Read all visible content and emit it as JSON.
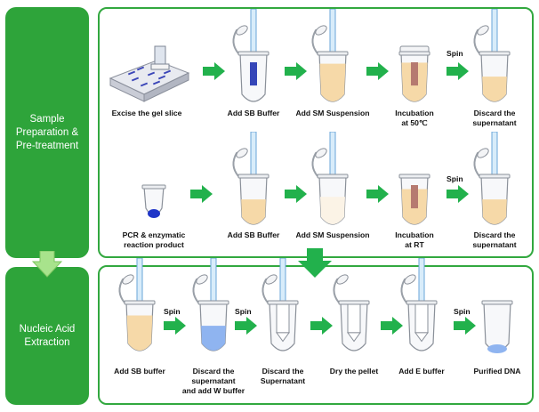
{
  "sections": {
    "sample_prep": "Sample Preparation & Pre-treatment",
    "extraction": "Nucleic Acid Extraction"
  },
  "row1": {
    "excise": "Excise the gel slice",
    "add_sb": "Add SB Buffer",
    "add_sm": "Add SM Suspension",
    "incubation_l1": "Incubation",
    "incubation_l2": "at 50℃",
    "spin": "Spin",
    "discard_l1": "Discard the",
    "discard_l2": "supernatant"
  },
  "row2": {
    "pcr_l1": "PCR & enzymatic",
    "pcr_l2": "reaction product",
    "add_sb": "Add SB Buffer",
    "add_sm": "Add SM Suspension",
    "incubation_l1": "Incubation",
    "incubation_l2": "at RT",
    "spin": "Spin",
    "discard_l1": "Discard the",
    "discard_l2": "supernatant"
  },
  "row3": {
    "add_sb": "Add SB buffer",
    "spin1": "Spin",
    "discard_w_l1": "Discard the",
    "discard_w_l2": "supernatant",
    "discard_w_l3": "and add W buffer",
    "spin2": "Spin",
    "discard_s_l1": "Discard the",
    "discard_s_l2": "Supernatant",
    "dry": "Dry the pellet",
    "add_e": "Add E buffer",
    "spin3": "Spin",
    "purified": "Purified DNA"
  },
  "colors": {
    "green_box": "#2ea43a",
    "arrow_green": "#22b14c",
    "light_arrow": "#a8e38c",
    "tan_liquid": "#f6d9a8",
    "blue_liquid": "#8fb4f0",
    "dark_blue": "#2036c8"
  }
}
